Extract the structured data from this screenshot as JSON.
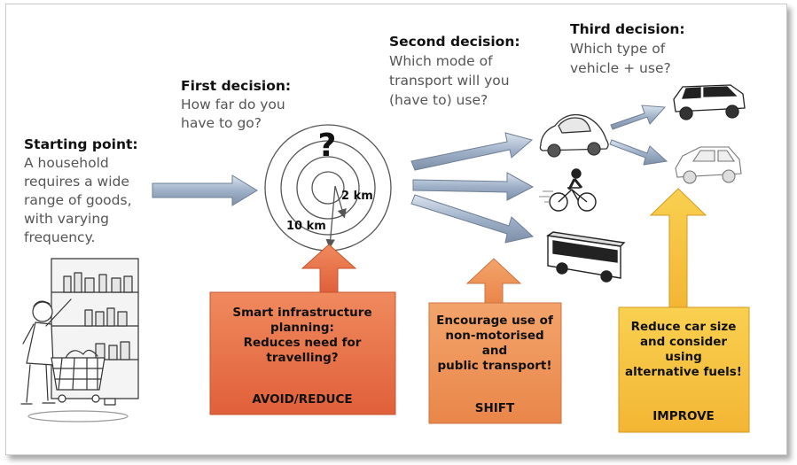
{
  "steps": {
    "start": {
      "heading": "Starting point:",
      "lines": [
        "A household",
        "requires a wide",
        "range of goods,",
        "with varying",
        "frequency."
      ]
    },
    "first": {
      "heading": "First decision:",
      "lines": [
        "How far do you",
        "have to go?"
      ]
    },
    "second": {
      "heading": "Second decision:",
      "lines": [
        "Which mode of",
        "transport will you",
        "(have to) use?"
      ]
    },
    "third": {
      "heading": "Third decision:",
      "lines": [
        "Which type of",
        "vehicle + use?"
      ]
    }
  },
  "distance": {
    "question_mark": "?",
    "inner_label": "2 km",
    "outer_label": "10 km"
  },
  "boxes": {
    "avoid": {
      "lines": [
        "Smart infrastructure",
        "planning:",
        "Reduces need for",
        "travelling?"
      ],
      "action": "AVOID/REDUCE",
      "color": "#e2653a"
    },
    "shift": {
      "lines": [
        "Encourage use of",
        "non-motorised",
        "and",
        "public transport!"
      ],
      "action": "SHIFT",
      "color": "#eb8a4a"
    },
    "improve": {
      "lines": [
        "Reduce car size",
        "and consider",
        "using",
        "alternative fuels!"
      ],
      "action": "IMPROVE",
      "color": "#f5bd3c"
    }
  },
  "colors": {
    "arrow_fill": "#a9b9cf",
    "arrow_stroke": "#6f7f95",
    "text_heading": "#111111",
    "text_body": "#555555"
  },
  "icons": {
    "shopper": "shopper-illustration",
    "car_small": "compact-car-icon",
    "bicycle": "bicycle-icon",
    "bus": "bus-icon",
    "suv": "suv-icon",
    "hatchback": "hatchback-icon"
  }
}
